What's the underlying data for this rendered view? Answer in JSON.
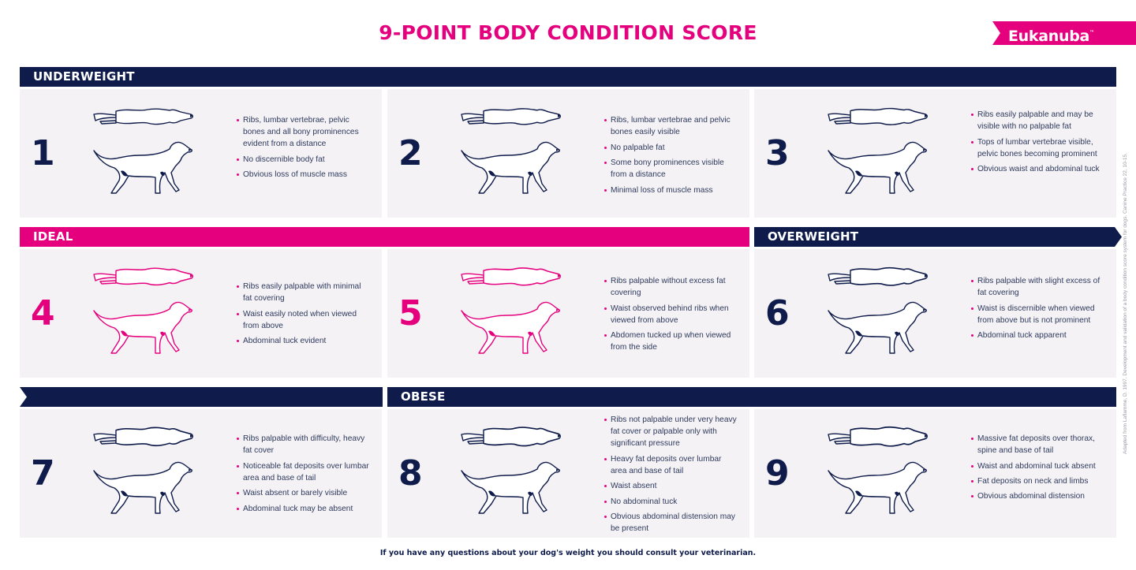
{
  "header": {
    "title": "9-POINT BODY CONDITION SCORE",
    "brand": "Eukanuba",
    "brand_mark": "™"
  },
  "colors": {
    "pink": "#e5007e",
    "navy": "#0f1c4b",
    "card_bg": "#f4f2f4"
  },
  "bands": {
    "underweight": "UNDERWEIGHT",
    "ideal": "IDEAL",
    "overweight": "OVERWEIGHT",
    "obese": "OBESE"
  },
  "scores": [
    {
      "score": "1",
      "category": "underweight",
      "bullets": [
        "Ribs, lumbar vertebrae, pelvic bones and all bony prominences evident from a distance",
        "No discernible body fat",
        "Obvious loss of muscle mass"
      ]
    },
    {
      "score": "2",
      "category": "underweight",
      "bullets": [
        "Ribs, lumbar vertebrae and pelvic bones easily visible",
        "No palpable fat",
        "Some bony prominences visible from a distance",
        "Minimal loss of muscle mass"
      ]
    },
    {
      "score": "3",
      "category": "underweight",
      "bullets": [
        "Ribs easily palpable and may be visible with no palpable fat",
        "Tops of lumbar vertebrae visible, pelvic bones becoming prominent",
        "Obvious waist and abdominal tuck"
      ]
    },
    {
      "score": "4",
      "category": "ideal",
      "bullets": [
        "Ribs easily palpable with minimal fat covering",
        "Waist easily noted when viewed from above",
        "Abdominal tuck evident"
      ]
    },
    {
      "score": "5",
      "category": "ideal",
      "bullets": [
        "Ribs palpable without excess fat covering",
        "Waist observed behind ribs when viewed from above",
        "Abdomen tucked up when viewed from the side"
      ]
    },
    {
      "score": "6",
      "category": "overweight",
      "bullets": [
        "Ribs palpable with slight excess of fat covering",
        "Waist is discernible when viewed from above but is not prominent",
        "Abdominal tuck apparent"
      ]
    },
    {
      "score": "7",
      "category": "overweight",
      "bullets": [
        "Ribs palpable with difficulty, heavy fat cover",
        "Noticeable fat deposits over lumbar area and base of tail",
        "Waist absent or barely visible",
        "Abdominal tuck may be absent"
      ]
    },
    {
      "score": "8",
      "category": "obese",
      "bullets": [
        "Ribs not palpable under very heavy fat cover or palpable only with significant pressure",
        "Heavy fat deposits over lumbar area and base of tail",
        "Waist absent",
        "No abdominal tuck",
        "Obvious abdominal distension may be present"
      ]
    },
    {
      "score": "9",
      "category": "obese",
      "bullets": [
        "Massive fat deposits over thorax, spine and base of tail",
        "Waist and abdominal tuck absent",
        "Fat deposits on neck and limbs",
        "Obvious abdominal distension"
      ]
    }
  ],
  "footer": {
    "note": "If you have any questions about your dog's weight you should consult your veterinarian."
  },
  "citation": "Adapted from Laflamme, D. 1997. Development and validation of a body condition score system for dogs. Canine Practice 22, 10-15."
}
